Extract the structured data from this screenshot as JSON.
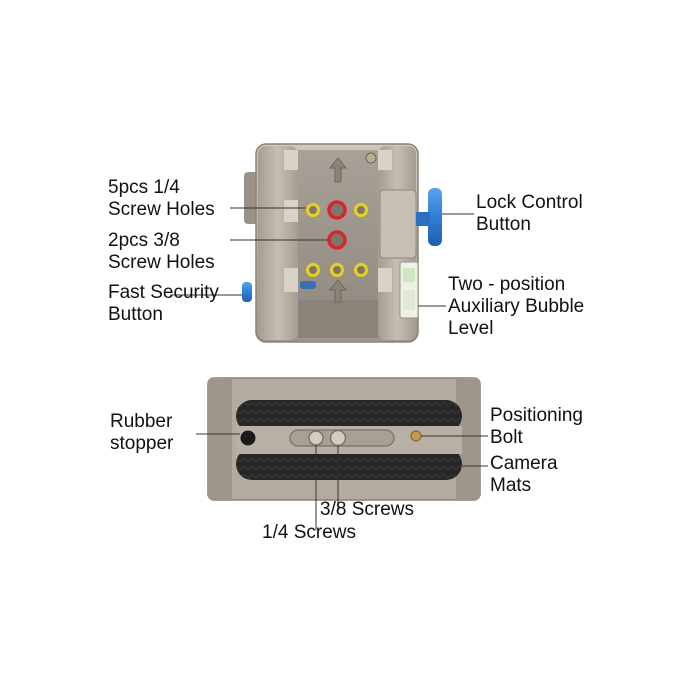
{
  "callouts": {
    "screw_holes_14": {
      "line1": "5pcs 1/4",
      "line2": "Screw Holes"
    },
    "screw_holes_38": {
      "line1": "2pcs 3/8",
      "line2": "Screw Holes"
    },
    "fast_security": {
      "line1": "Fast Security",
      "line2": "Button"
    },
    "lock_control": {
      "line1": "Lock Control",
      "line2": "Button"
    },
    "bubble_level": {
      "line1": "Two - position",
      "line2": "Auxiliary Bubble",
      "line3": "Level"
    },
    "rubber_stopper": {
      "line1": "Rubber",
      "line2": "stopper"
    },
    "positioning_bolt": {
      "line1": "Positioning",
      "line2": "Bolt"
    },
    "camera_mats": {
      "line1": "Camera",
      "line2": "Mats"
    },
    "screws_38": {
      "line1": "3/8 Screws"
    },
    "screws_14": {
      "line1": "1/4 Screws"
    }
  },
  "colors": {
    "metal": "#b9b0a3",
    "metal_dark": "#8d857a",
    "rail": "#9f9890",
    "rubber": "#262626",
    "blue": "#2f7fd6",
    "yellow_ring": "#e8d21c",
    "red_ring": "#d9262c",
    "brass": "#c49a52"
  }
}
